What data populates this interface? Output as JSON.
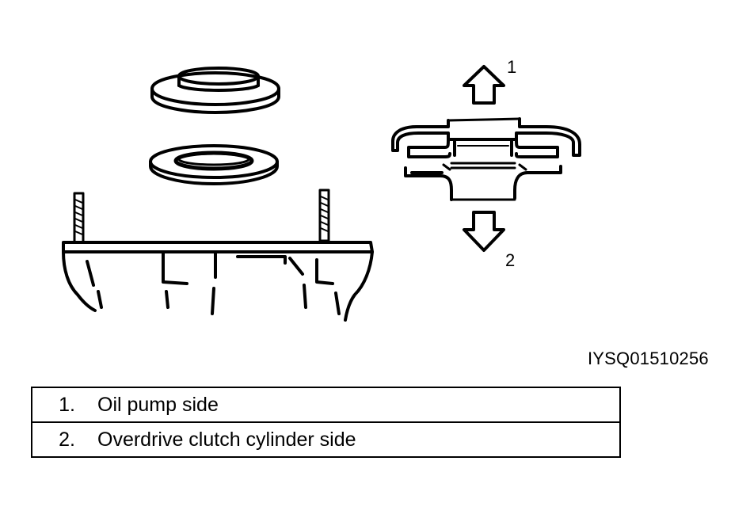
{
  "callouts": {
    "one": "1",
    "two": "2"
  },
  "figure_id": "IYSQ01510256",
  "legend": [
    {
      "number": "1.",
      "text": "Oil pump side"
    },
    {
      "number": "2.",
      "text": "Overdrive clutch cylinder side"
    }
  ]
}
